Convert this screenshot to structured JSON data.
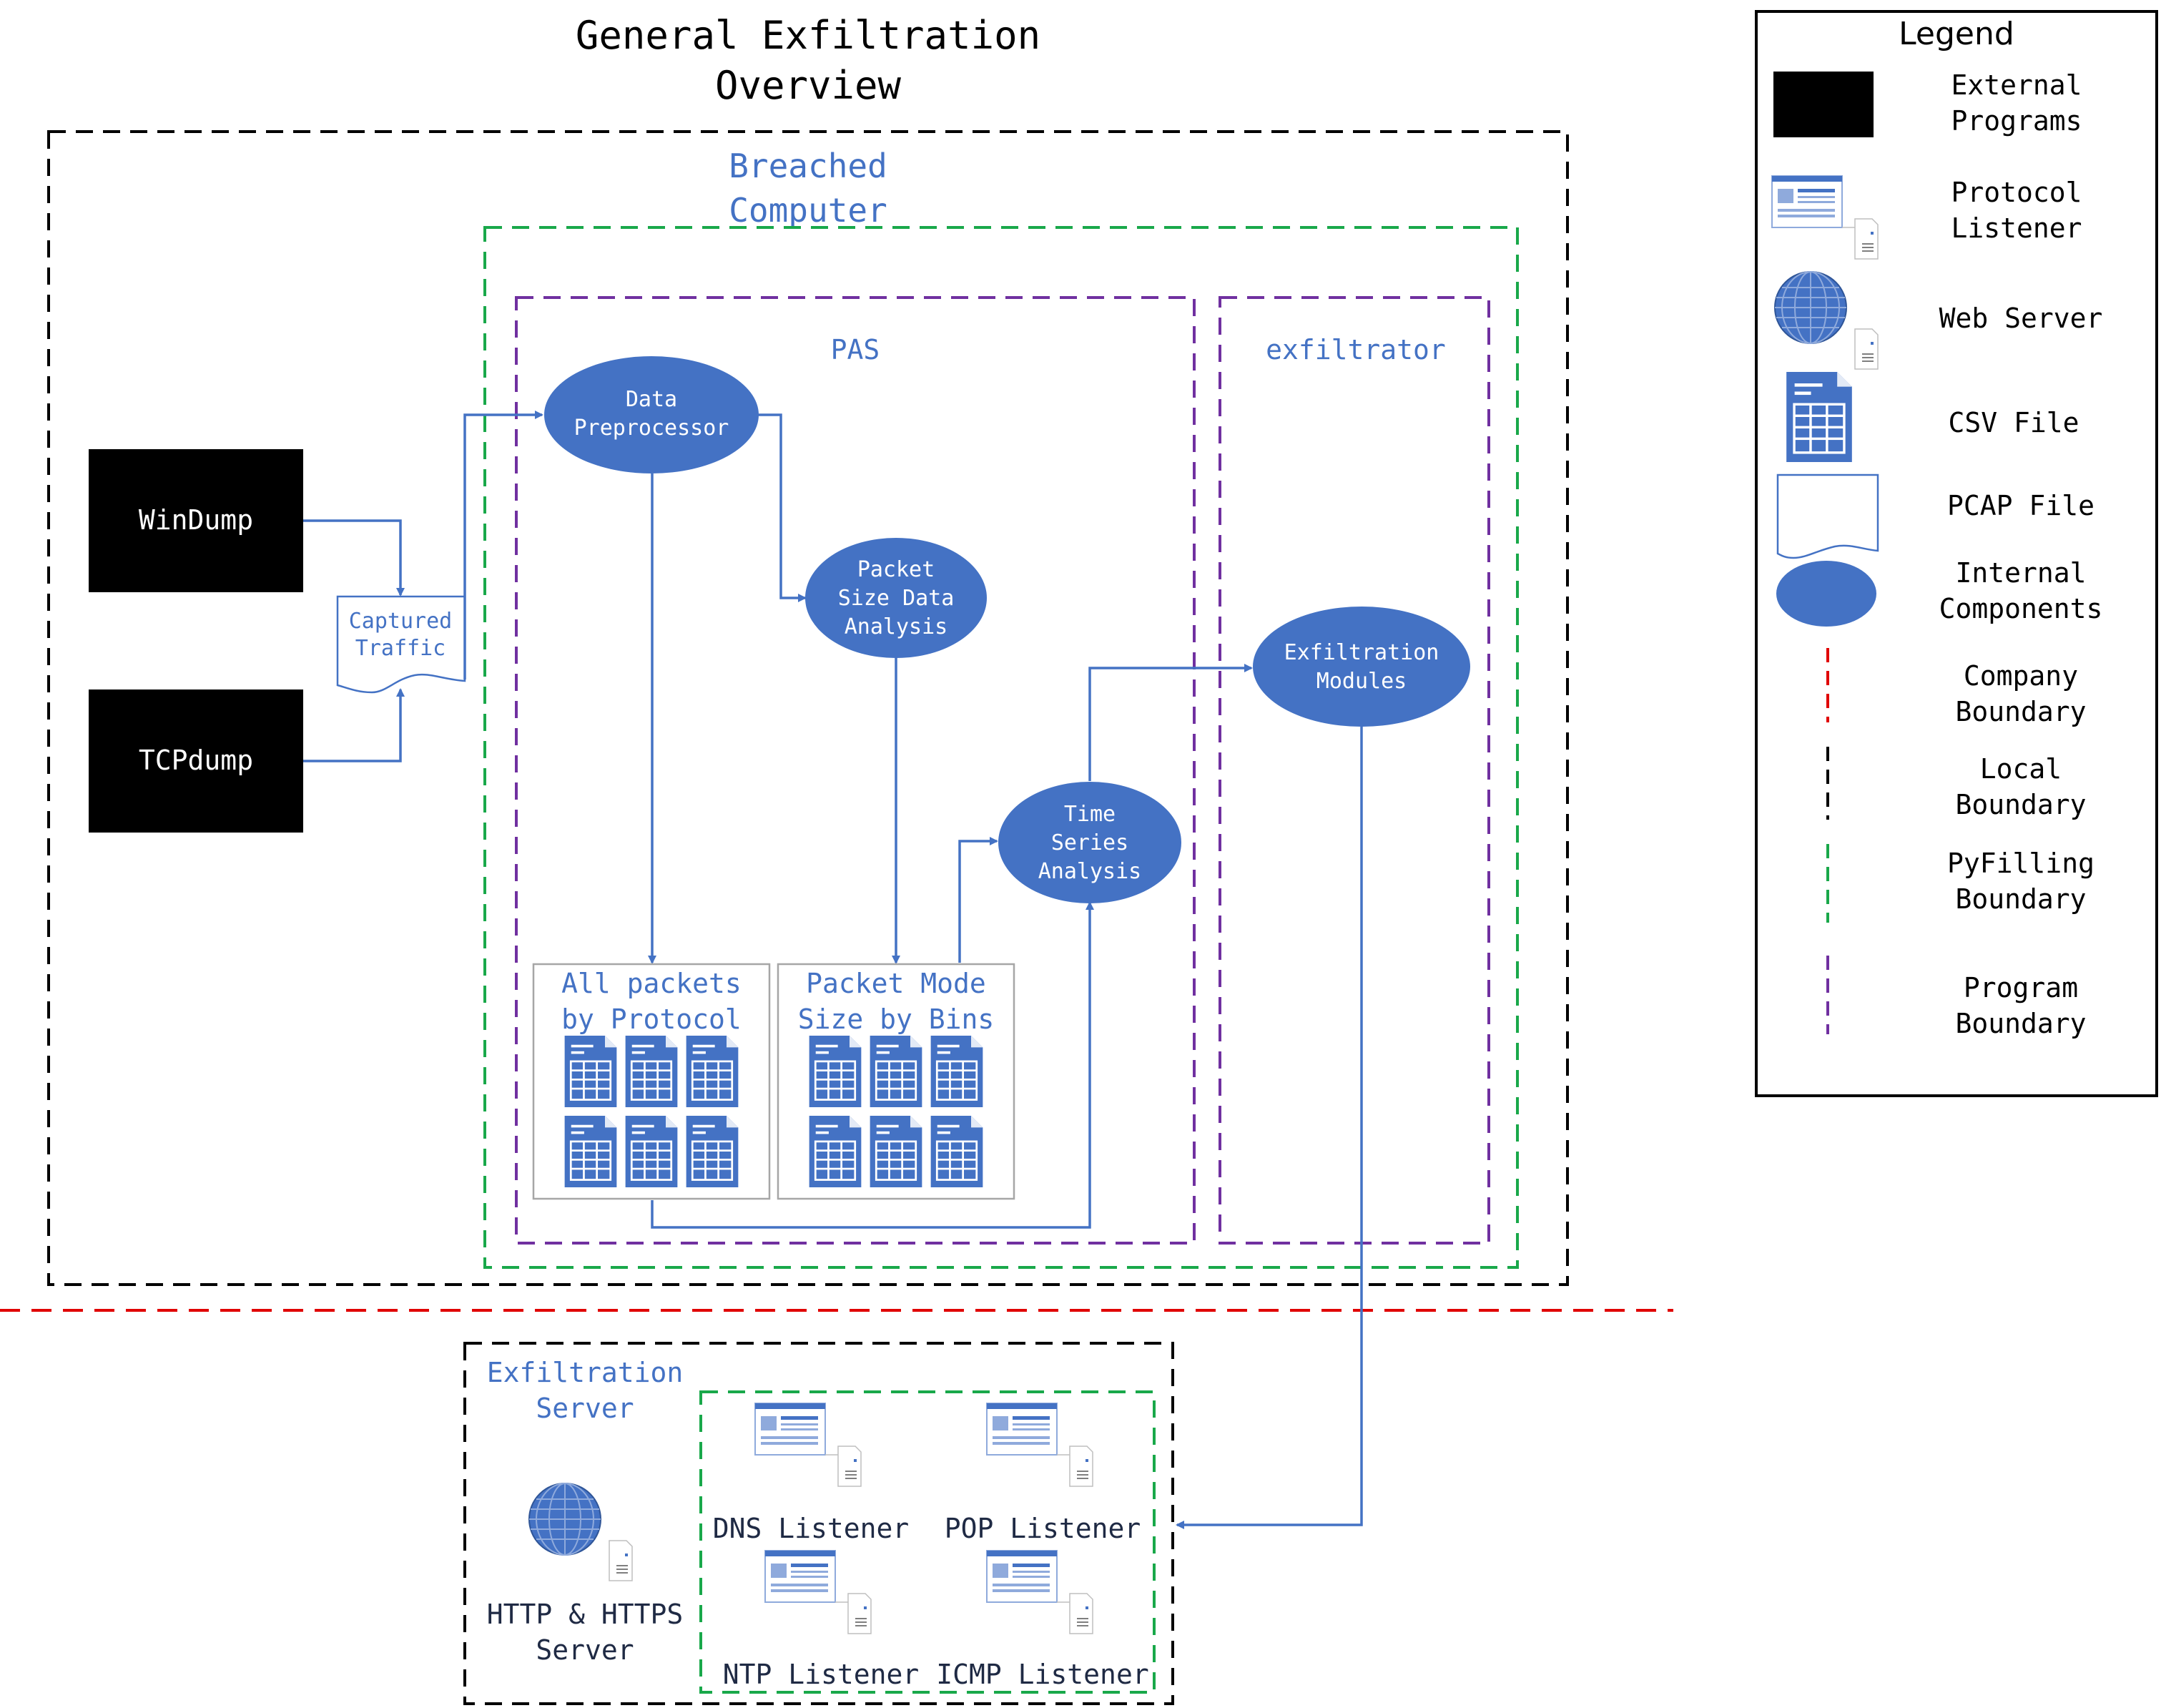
{
  "title": {
    "line1": "General Exfiltration",
    "line2": "Overview"
  },
  "colors": {
    "blue": "#4472C4",
    "black": "#000000",
    "company_boundary": "#E00000",
    "local_boundary": "#000000",
    "pyfilling_boundary": "#19A84A",
    "program_boundary": "#7030A0",
    "white": "#FFFFFF"
  },
  "breached_computer": {
    "line1": "Breached",
    "line2": "Computer"
  },
  "pas_label": "PAS",
  "exfiltrator_label": "exfiltrator",
  "external_programs": {
    "windump": "WinDump",
    "tcpdump": "TCPdump"
  },
  "captured_traffic": {
    "line1": "Captured",
    "line2": "Traffic"
  },
  "components": {
    "data_preprocessor": {
      "line1": "Data",
      "line2": "Preprocessor"
    },
    "packet_size": {
      "line1": "Packet",
      "line2": "Size Data",
      "line3": "Analysis"
    },
    "time_series": {
      "line1": "Time",
      "line2": "Series",
      "line3": "Analysis"
    },
    "exfiltration_modules": {
      "line1": "Exfiltration",
      "line2": "Modules"
    }
  },
  "csv_groups": {
    "all_packets": {
      "line1": "All packets",
      "line2": "by Protocol"
    },
    "packet_mode": {
      "line1": "Packet Mode",
      "line2": "Size by Bins"
    }
  },
  "exfil_server": {
    "label": {
      "line1": "Exfiltration",
      "line2": "Server"
    },
    "http": {
      "line1": "HTTP & HTTPS",
      "line2": "Server"
    },
    "dns": "DNS Listener",
    "pop": "POP Listener",
    "ntp": "NTP Listener",
    "icmp": "ICMP Listener"
  },
  "legend": {
    "title": "Legend",
    "external": {
      "line1": "External",
      "line2": "Programs"
    },
    "protocol": {
      "line1": "Protocol",
      "line2": "Listener"
    },
    "web": "Web Server",
    "csv": "CSV File",
    "pcap": "PCAP File",
    "internal": {
      "line1": "Internal",
      "line2": "Components"
    },
    "company": {
      "line1": "Company",
      "line2": "Boundary"
    },
    "local": {
      "line1": "Local",
      "line2": "Boundary"
    },
    "pyfilling": {
      "line1": "PyFilling",
      "line2": "Boundary"
    },
    "program": {
      "line1": "Program",
      "line2": "Boundary"
    }
  }
}
